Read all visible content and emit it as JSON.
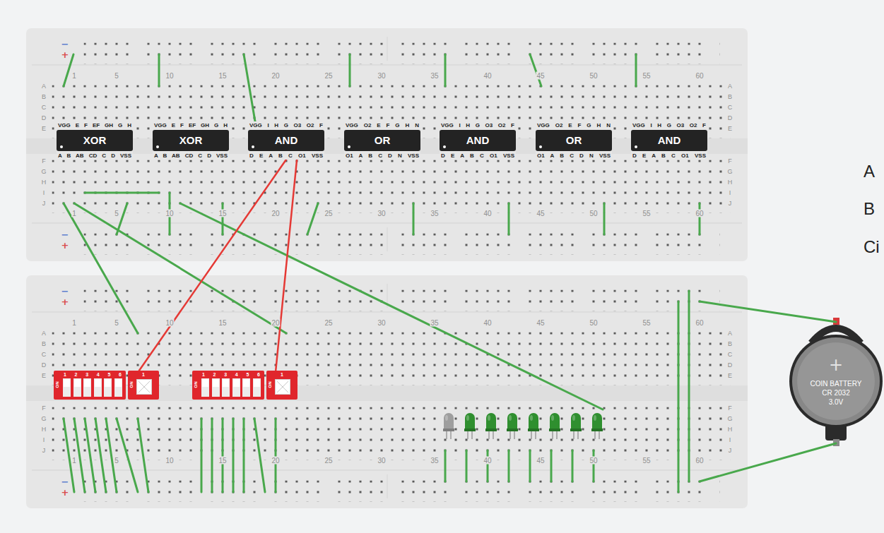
{
  "diagram": {
    "nodes": [
      {
        "text": [
          "XOR",
          "VGG E F EF GH G H",
          "A B AB CD C D VSS"
        ]
      },
      {
        "text": [
          "XOR",
          "VGG E F EF GH G H",
          "A B AB CD C D VSS"
        ]
      },
      {
        "text": [
          "AND",
          "VGG I H G O3 O2 F",
          "D E A B C O1 VSS"
        ]
      },
      {
        "text": [
          "OR",
          "VGG O2 E F G H N",
          "O1 A B C D N VSS"
        ]
      },
      {
        "text": [
          "AND",
          "VGG I H G O3 O2 F",
          "D E A B C O1 VSS"
        ]
      },
      {
        "text": [
          "OR",
          "VGG O2 E F G H N",
          "O1 A B C D N VSS"
        ]
      },
      {
        "text": [
          "AND",
          "VGG I H G O3 O2 F",
          "D E A B C O1 VSS"
        ]
      },
      {
        "text": [
          "ON",
          "1 2 3 4 5 6"
        ]
      },
      {
        "text": [
          "ON",
          "1"
        ]
      },
      {
        "text": [
          "ON",
          "1 2 3 4 5 6"
        ]
      },
      {
        "text": [
          "ON",
          "1"
        ]
      },
      {
        "text": [
          "+",
          "COIN BATTERY",
          "CR 2032",
          "3.0V"
        ]
      }
    ],
    "edges": [
      {
        "from": 8,
        "to": 2,
        "arrow": "none"
      },
      {
        "from": 10,
        "to": 2,
        "arrow": "none"
      }
    ],
    "labels": [
      "−",
      "+",
      "1",
      "5",
      "10",
      "15",
      "20",
      "25",
      "30",
      "35",
      "40",
      "45",
      "50",
      "55",
      "60",
      "A",
      "B",
      "C",
      "D",
      "E",
      "F",
      "G",
      "H",
      "I",
      "J",
      "A",
      "B",
      "C",
      "D",
      "E",
      "F",
      "G",
      "H",
      "I",
      "J",
      "1",
      "5",
      "10",
      "15",
      "20",
      "25",
      "30",
      "35",
      "40",
      "45",
      "50",
      "55",
      "60",
      "−",
      "+",
      "−",
      "+",
      "1",
      "5",
      "10",
      "15",
      "20",
      "25",
      "30",
      "35",
      "40",
      "45",
      "50",
      "55",
      "60",
      "A",
      "B",
      "C",
      "D",
      "E",
      "F",
      "G",
      "H",
      "I",
      "J",
      "A",
      "B",
      "C",
      "D",
      "E",
      "F",
      "G",
      "H",
      "I",
      "J",
      "1",
      "5",
      "10",
      "15",
      "20",
      "25",
      "30",
      "35",
      "40",
      "45",
      "50",
      "55",
      "60",
      "−",
      "+",
      "A",
      "B",
      "Ci"
    ]
  }
}
